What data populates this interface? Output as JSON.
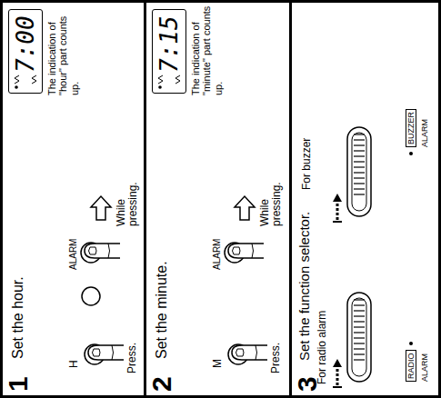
{
  "diagram": {
    "nodes": [
      {
        "text": [
          "1",
          "Set the hour.",
          "H",
          "Press.",
          "ALARM",
          "While pressing.",
          "The indication of \"hour\" part counts up."
        ]
      },
      {
        "text": [
          "7:00"
        ],
        "in": 0
      },
      {
        "text": [
          "2",
          "Set the minute.",
          "M",
          "Press.",
          "ALARM",
          "While pressing.",
          "The indication of \"minute\" part counts up."
        ]
      },
      {
        "text": [
          "7:15"
        ],
        "in": 2
      },
      {
        "text": [
          "3",
          "Set the function selector.",
          "For radio alarm",
          "For buzzer",
          "RADIO",
          "ALARM",
          "BUZZER",
          "ALARM"
        ]
      }
    ]
  }
}
